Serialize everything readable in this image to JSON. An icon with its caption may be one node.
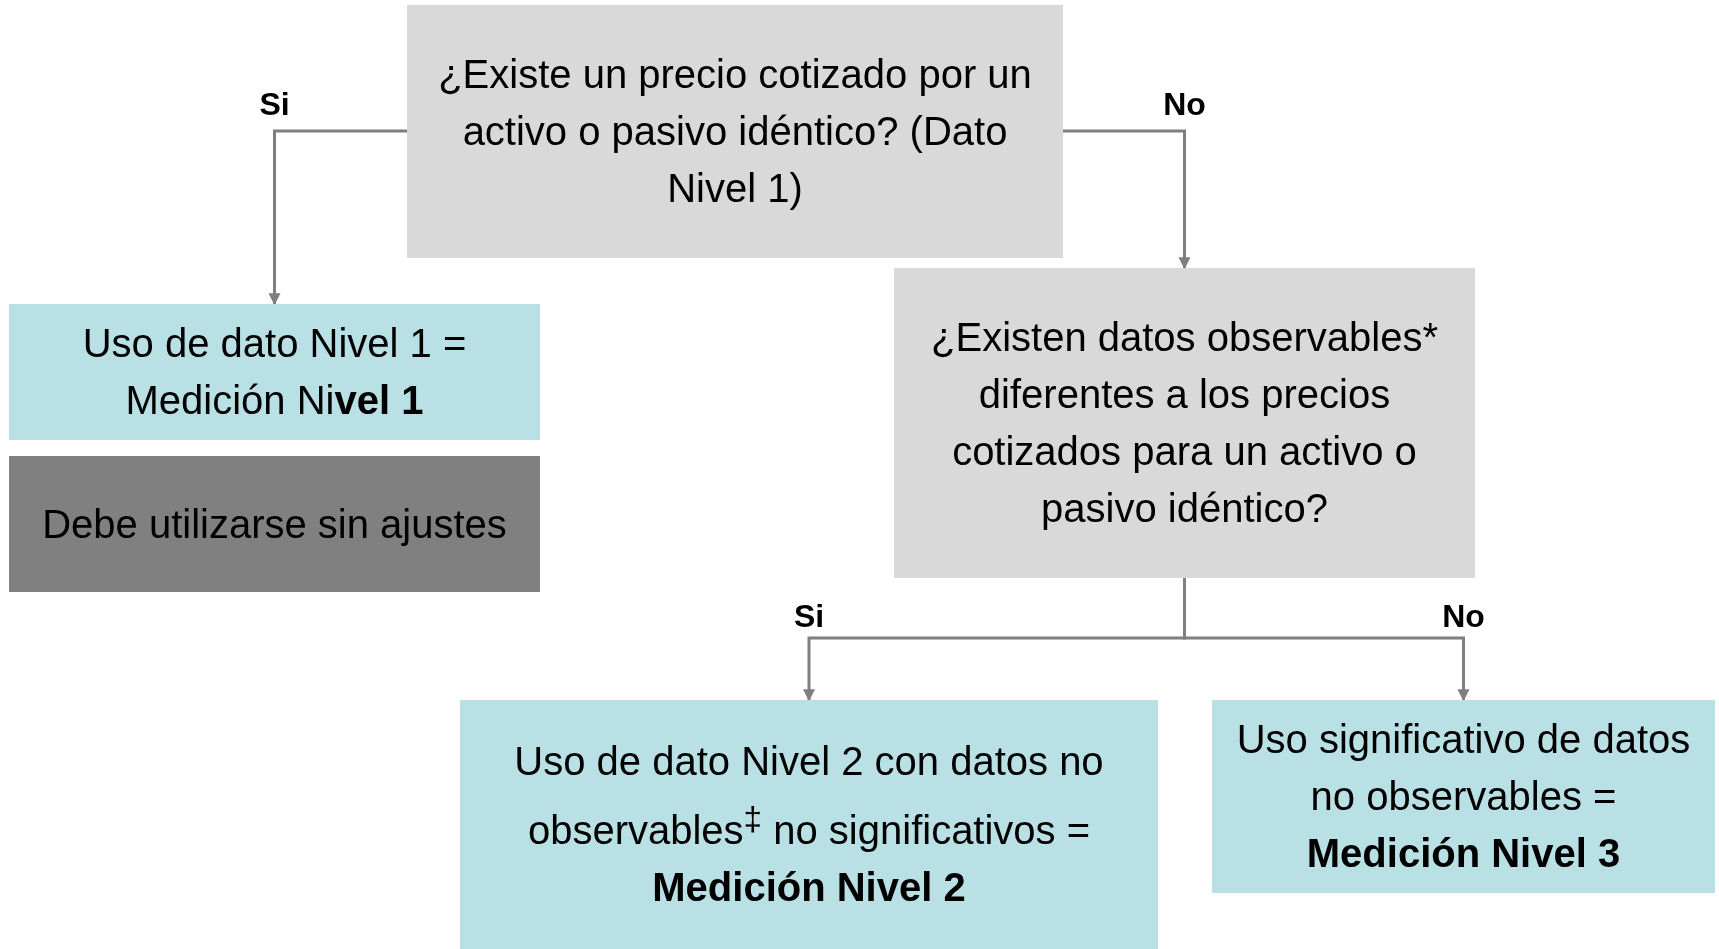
{
  "diagram": {
    "nodes": [
      {
        "text": [
          "¿Existe un precio cotizado por un activo o pasivo idéntico? (Dato Nivel 1)"
        ]
      },
      {
        "text": [
          "Uso de dato Nivel 1 = Medición Ni**vel 1**"
        ]
      },
      {
        "text": [
          "Debe utilizarse sin ajustes"
        ]
      },
      {
        "text": [
          "¿Existen datos observables* diferentes a los precios cotizados para un activo o pasivo idéntico?"
        ]
      },
      {
        "text": [
          "Uso de dato Nivel 2 con datos no observables$^{‡}$ no significativos = **Medición Nivel 2**"
        ]
      },
      {
        "text": [
          "Uso significativo de datos no observables = **Medición Nivel 3**"
        ]
      }
    ],
    "edges": [
      {
        "from": 0,
        "to": 1,
        "arrow": "to",
        "label": "Si"
      },
      {
        "from": 0,
        "to": 3,
        "arrow": "to",
        "label": "No"
      },
      {
        "from": 3,
        "to": 4,
        "arrow": "to",
        "label": "Si"
      },
      {
        "from": 3,
        "to": 5,
        "arrow": "to",
        "label": "No"
      }
    ]
  }
}
